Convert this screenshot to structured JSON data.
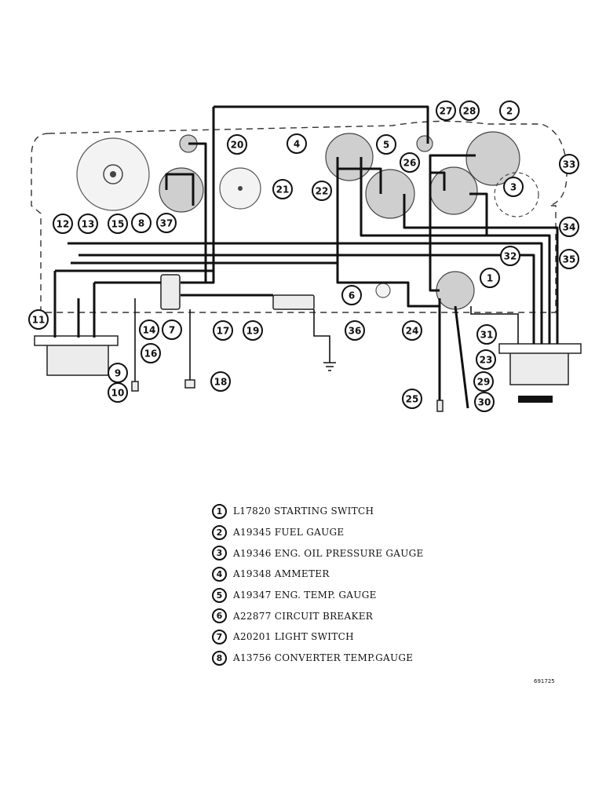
{
  "callouts": [
    "1",
    "2",
    "3",
    "4",
    "5",
    "6",
    "7",
    "8",
    "9",
    "10",
    "11",
    "12",
    "13",
    "14",
    "15",
    "16",
    "17",
    "18",
    "19",
    "20",
    "21",
    "22",
    "23",
    "24",
    "25",
    "26",
    "27",
    "28",
    "29",
    "30",
    "31",
    "32",
    "33",
    "34",
    "35",
    "36",
    "37"
  ],
  "legend": [
    {
      "num": "1",
      "text": "L17820 STARTING SWITCH"
    },
    {
      "num": "2",
      "text": "A19345 FUEL GAUGE"
    },
    {
      "num": "3",
      "text": "A19346 ENG. OIL PRESSURE GAUGE"
    },
    {
      "num": "4",
      "text": "A19348 AMMETER"
    },
    {
      "num": "5",
      "text": "A19347 ENG. TEMP. GAUGE"
    },
    {
      "num": "6",
      "text": "A22877 CIRCUIT BREAKER"
    },
    {
      "num": "7",
      "text": "A20201 LIGHT SWITCH"
    },
    {
      "num": "8",
      "text": "A13756 CONVERTER TEMP.GAUGE"
    }
  ],
  "reference": "691725"
}
